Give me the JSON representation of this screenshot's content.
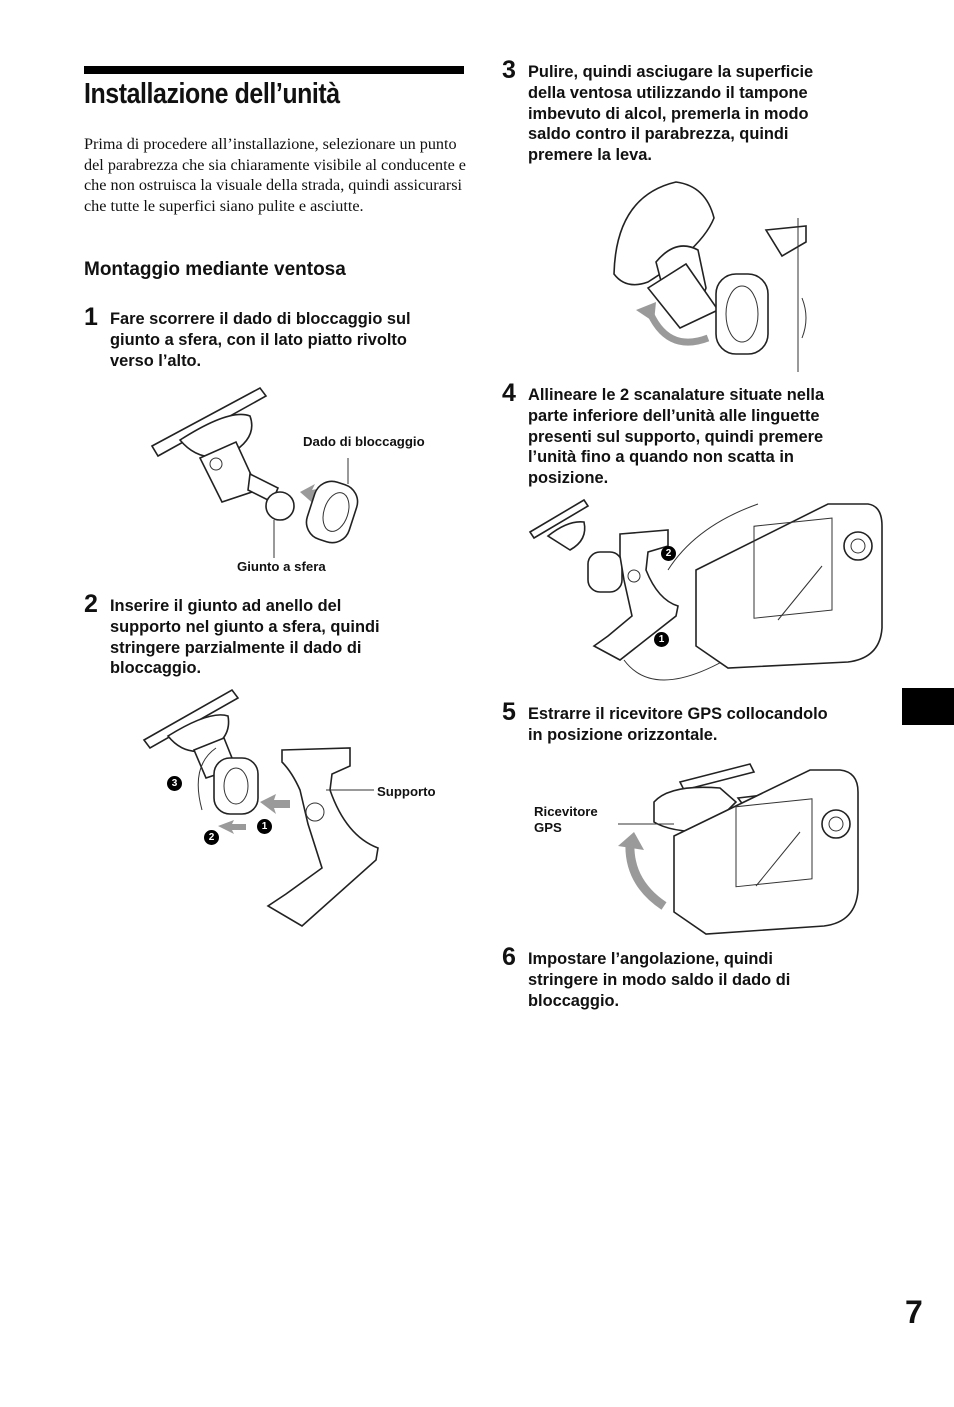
{
  "title": "Installazione dell’unità",
  "intro": "Prima di procedere all’installazione, selezionare un punto del parabrezza che sia chiaramente visibile al conducente e che non ostruisca la visuale della strada, quindi assicurarsi che tutte le superfici siano pulite e asciutte.",
  "subheading": "Montaggio mediante ventosa",
  "steps": [
    {
      "num": "1",
      "text": "Fare scorrere il dado di bloccaggio sul\ngiunto a sfera, con il lato piatto rivolto\nverso l’alto."
    },
    {
      "num": "2",
      "text": "Inserire il giunto ad anello del\nsupporto nel giunto a sfera, quindi\nstringere parzialmente il dado di\nbloccaggio."
    },
    {
      "num": "3",
      "text": "Pulire, quindi asciugare la superficie\ndella ventosa utilizzando il tampone\nimbevuto di alcol, premerla in modo\nsaldo contro il parabrezza, quindi\npremere la leva."
    },
    {
      "num": "4",
      "text": "Allineare le 2 scanalature situate nella\nparte inferiore dell’unità alle linguette\npresenti sul supporto, quindi premere\nl’unità fino a quando non scatta in\nposizione."
    },
    {
      "num": "5",
      "text": "Estrarre il ricevitore GPS collocandolo\nin posizione orizzontale."
    },
    {
      "num": "6",
      "text": "Impostare l’angolazione, quindi\nstringere in modo saldo il dado di\nbloccaggio."
    }
  ],
  "figure_labels": {
    "lock_nut": "Dado di bloccaggio",
    "ball_joint": "Giunto a sfera",
    "support": "Supporto",
    "gps_receiver": "Ricevitore\nGPS"
  },
  "callouts": {
    "one": "1",
    "two": "2",
    "three": "3"
  },
  "page_number": "7"
}
